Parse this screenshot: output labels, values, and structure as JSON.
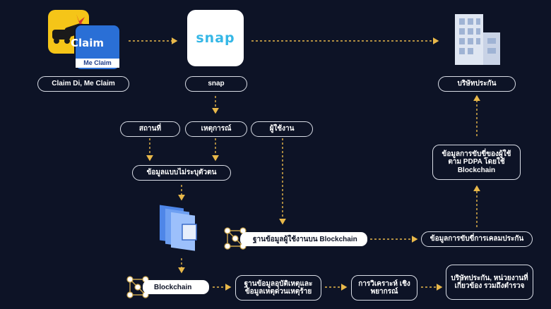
{
  "apps": {
    "claimdi_logo_text": "Claim",
    "meclaim_logo_text": "Me Claim",
    "snap_logo_text": "snap"
  },
  "nodes": {
    "claim_di": "Claim Di, Me Claim",
    "snap": "snap",
    "insurer": "บริษัทประกัน",
    "location": "สถานที่",
    "incident": "เหตุการณ์",
    "user": "ผู้ใช้งาน",
    "anon_data": "ข้อมูลแบบไม่ระบุตัวตน",
    "pdpa": "ข้อมูลการขับขี่ของผู้ใช้ ตาม PDPA โดยใช้ Blockchain",
    "claim_driving": "ข้อมูลการขับขี่การเคลมประกัน",
    "user_blockchain": "ฐานข้อมูลผู้ใช้งานบน Blockchain",
    "blockchain": "Blockchain",
    "accident_db": "ฐานข้อมูลอุบัติเหตุและ ข้อมูลเหตุด่วนเหตุร้าย",
    "predictive": "การวิเคราะห์ เชิงพยากรณ์",
    "agencies": "บริษัทประกัน, หน่วยงานที่เกี่ยวข้อง รวมถึงตำรวจ"
  },
  "colors": {
    "background": "#0d1326",
    "arrow": "#e8b84a",
    "node_border": "#d9dde6",
    "snap_brand": "#35b7e6",
    "claimdi_yellow": "#f5c518",
    "meclaim_blue": "#2a6fd6"
  }
}
